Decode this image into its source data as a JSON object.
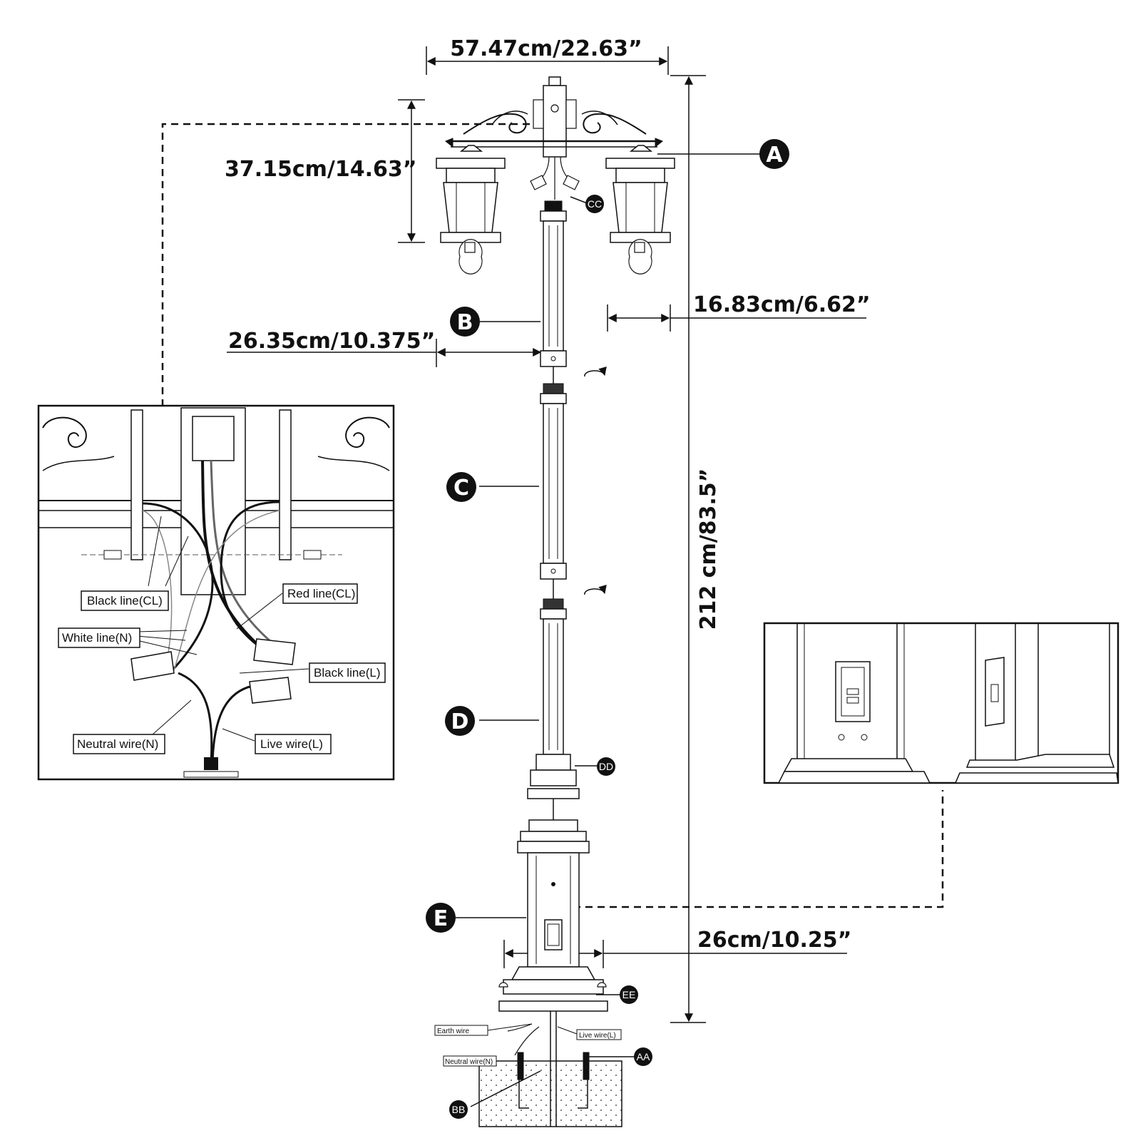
{
  "dimensions": {
    "overall_width": "57.47cm/22.63”",
    "lantern_height": "37.15cm/14.63”",
    "lantern_width": "16.83cm/6.62”",
    "arm_span": "26.35cm/10.375”",
    "total_height": "212 cm/83.5”",
    "base_width": "26cm/10.25”"
  },
  "part_labels": {
    "a": "A",
    "b": "B",
    "c": "C",
    "d": "D",
    "e": "E",
    "aa": "AA",
    "bb": "BB",
    "cc": "CC",
    "dd": "DD",
    "ee": "EE"
  },
  "wiring_callouts": {
    "black_line_cl": "Black line(CL)",
    "red_line_cl": "Red line(CL)",
    "white_line_n": "White line(N)",
    "black_line_l": "Black line(L)",
    "neutral_wire_n": "Neutral wire(N)",
    "live_wire_l": "Live wire(L)"
  },
  "ground_callouts": {
    "earth_wire": "Earth wire",
    "live_wire": "Live wire(L)",
    "neutral_wire": "Neutral wire(N)"
  }
}
